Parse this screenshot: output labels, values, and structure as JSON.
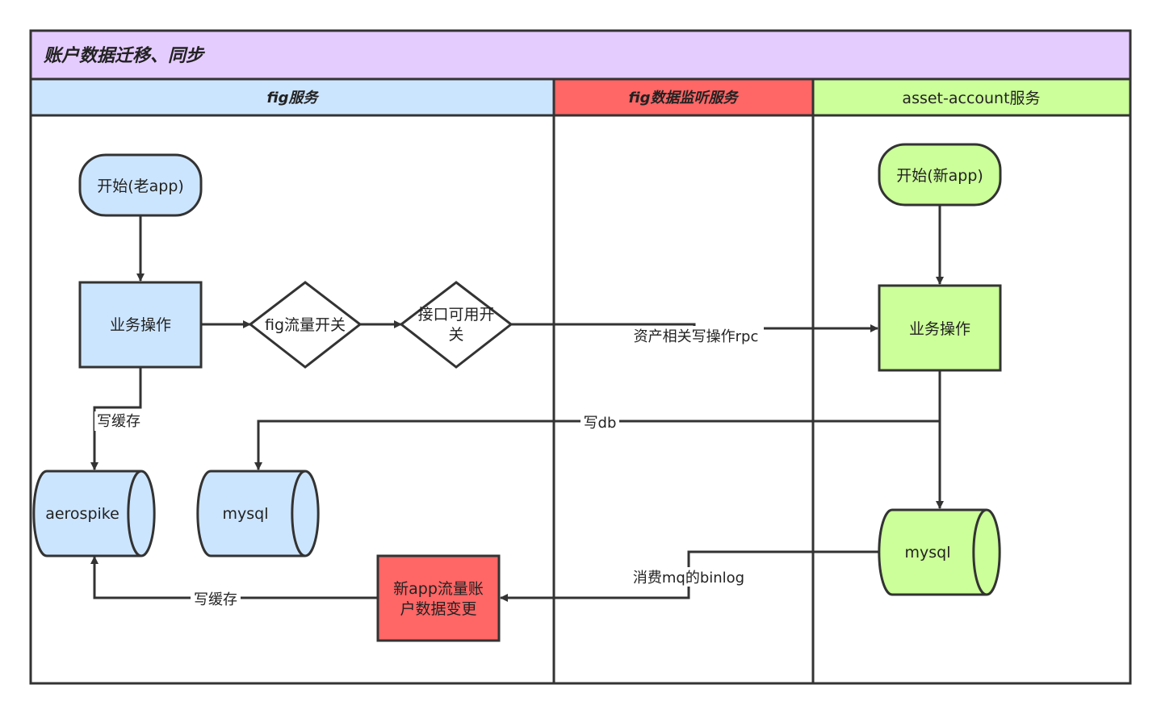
{
  "title": "账户数据迁移、同步",
  "lanes": [
    {
      "label": "fig服务",
      "color": "#cce5ff"
    },
    {
      "label": "fig数据监听服务",
      "color": "#ff6666"
    },
    {
      "label": "asset-account服务",
      "color": "#ccff99"
    }
  ],
  "colors": {
    "title_bg": "#e5ccff",
    "blue": "#cce5ff",
    "red": "#ff6666",
    "green": "#ccff99",
    "stroke": "#333333"
  },
  "nodes": {
    "start_old": "开始(老app)",
    "biz_op_fig": "业务操作",
    "switch_fig": "fig流量开关",
    "switch_api": {
      "line1": "接口可用开",
      "line2": "关"
    },
    "aerospike": "aerospike",
    "mysql_fig": "mysql",
    "new_app_change": {
      "line1": "新app流量账",
      "line2": "户数据变更"
    },
    "start_new": "开始(新app)",
    "biz_op_asset": "业务操作",
    "mysql_asset": "mysql"
  },
  "edges": {
    "write_cache_1": "写缓存",
    "write_cache_2": "写缓存",
    "rpc": "资产相关写操作rpc",
    "write_db": "写db",
    "binlog": "消费mq的binlog"
  }
}
